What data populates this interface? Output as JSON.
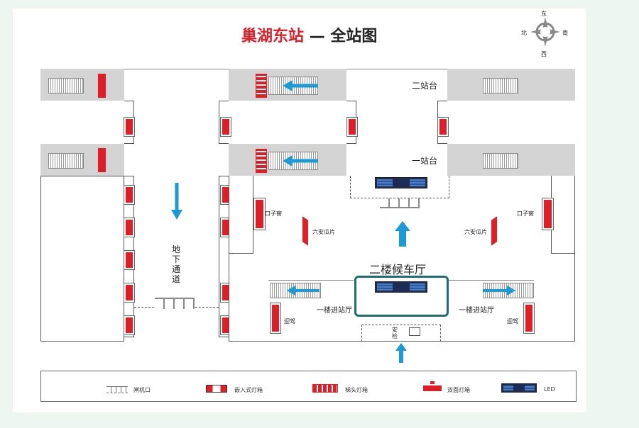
{
  "title": {
    "station": "巢湖东站",
    "dash": "—",
    "subtitle": "全站图"
  },
  "compass": {
    "north": "北",
    "east": "东",
    "south": "南",
    "west": "西"
  },
  "labels": {
    "platform2": "二站台",
    "platform1": "一站台",
    "underpass": "地下通道",
    "hall": "二楼候车厅",
    "entry_left": "一楼进站厅",
    "entry_right": "一楼进站厅",
    "kouzi_left": "口子窖",
    "kouzi_right": "口子窖",
    "liuan_left": "六安瓜片",
    "liuan_right": "六安瓜片",
    "yingjia_left": "迎驾",
    "yingjia_right": "迎驾",
    "security": "安检"
  },
  "legend": {
    "gate": "闸机口",
    "embedded": "嵌入式灯箱",
    "head": "梯头灯箱",
    "double": "双面灯箱",
    "led": "LED"
  },
  "colors": {
    "red": "#e11d25",
    "arrow": "#1a9ad7",
    "teal": "#1d6e74",
    "grey": "#d4d4d4",
    "led": "#1e2b55"
  },
  "icons": [
    "compass-icon",
    "arrow-up-icon",
    "arrow-down-icon",
    "arrow-left-icon",
    "arrow-right-icon"
  ]
}
